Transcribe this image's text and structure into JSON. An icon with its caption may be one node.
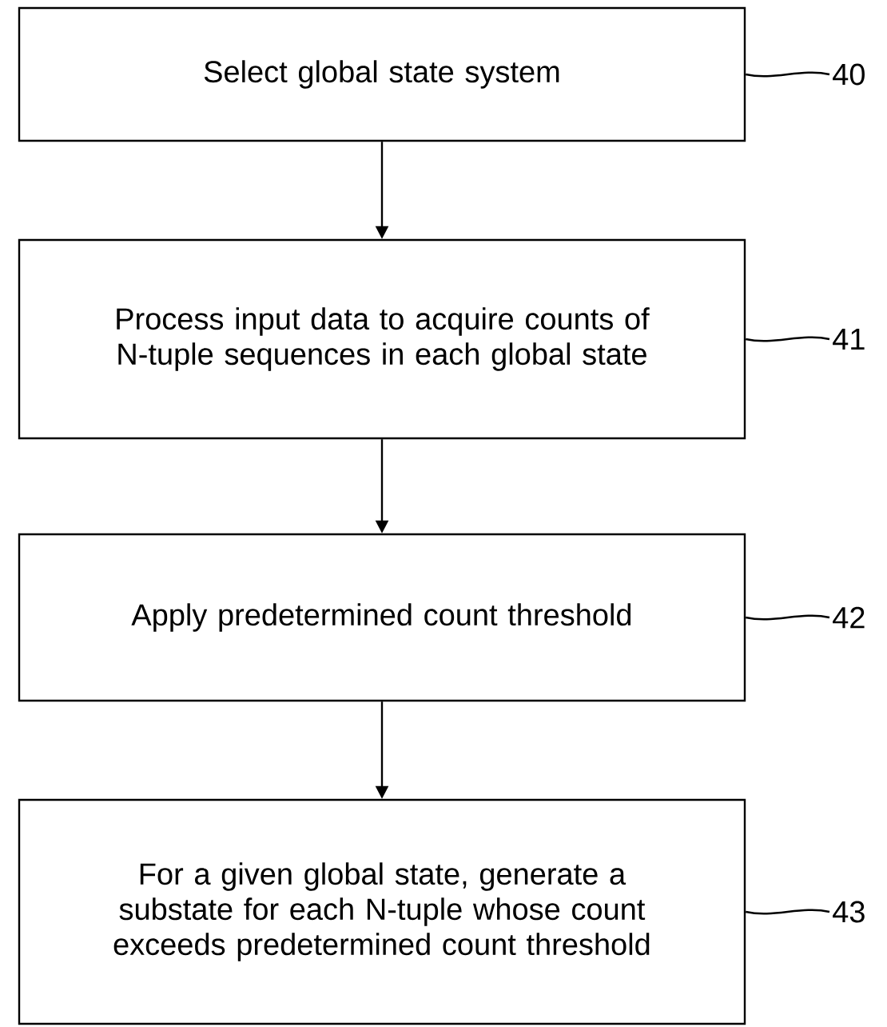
{
  "diagram": {
    "nodes": [
      {
        "text": [
          "Select global state system"
        ]
      },
      {
        "text": [
          "Process input data to acquire counts of N-tuple sequences in each global state"
        ]
      },
      {
        "text": [
          "Apply predetermined count threshold"
        ]
      },
      {
        "text": [
          "For a given global state, generate a substate for each N-tuple whose count exceeds predetermined count threshold"
        ]
      },
      {
        "text": [
          "40"
        ]
      },
      {
        "text": [
          "41"
        ]
      },
      {
        "text": [
          "42"
        ]
      },
      {
        "text": [
          "43"
        ]
      }
    ],
    "edges": [
      {
        "from": 0,
        "to": 1,
        "arrow": "to"
      },
      {
        "from": 1,
        "to": 2,
        "arrow": "to"
      },
      {
        "from": 2,
        "to": 3,
        "arrow": "to"
      },
      {
        "from": 4,
        "to": 0,
        "arrow": "none"
      },
      {
        "from": 5,
        "to": 1,
        "arrow": "none"
      },
      {
        "from": 6,
        "to": 2,
        "arrow": "none"
      },
      {
        "from": 7,
        "to": 3,
        "arrow": "none"
      }
    ]
  }
}
